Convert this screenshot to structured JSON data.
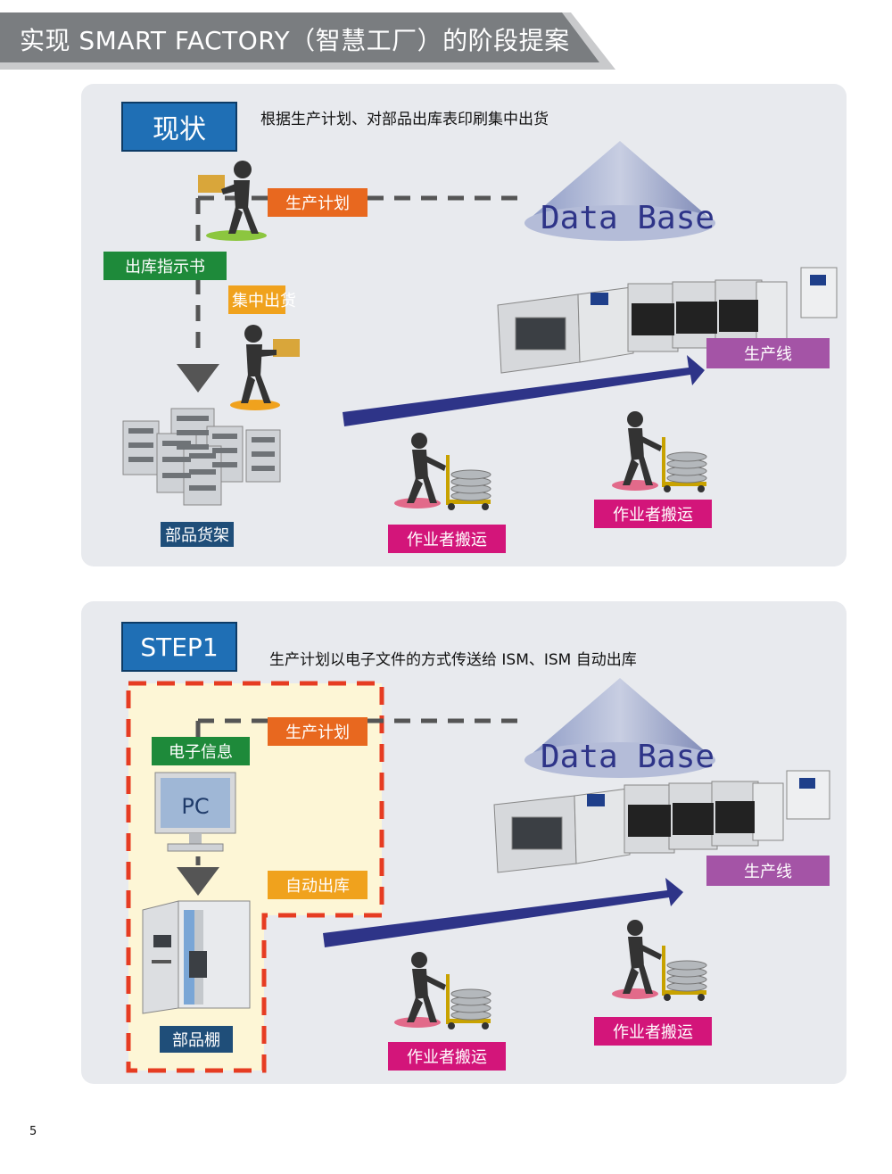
{
  "header": {
    "title": "实现 SMART FACTORY（智慧工厂）的阶段提案"
  },
  "current": {
    "step_label": "现状",
    "description": "根据生产计划、对部品出库表印刷集中出货",
    "production_plan": "生产计划",
    "database": "Data Base",
    "issue_instruction": "出库指示书",
    "centralized_shipping": "集中出货",
    "production_line": "生产线",
    "parts_shelf": "部品货架",
    "worker_transport_1": "作业者搬运",
    "worker_transport_2": "作业者搬运"
  },
  "step1": {
    "step_label": "STEP1",
    "description": "生产计划以电子文件的方式传送给 ISM、ISM 自动出库",
    "production_plan": "生产计划",
    "database": "Data Base",
    "electronic_info": "电子信息",
    "pc_label": "PC",
    "auto_issue": "自动出库",
    "production_line": "生产线",
    "parts_rack": "部品棚",
    "worker_transport_1": "作业者搬运",
    "worker_transport_2": "作业者搬运"
  },
  "footer": {
    "page_number": "5"
  },
  "colors": {
    "header_gray": "#7a7d80",
    "orange": "#e8681f",
    "green": "#1e8a3a",
    "yellow": "#f0a21d",
    "purple": "#a454a6",
    "magenta": "#d3157a",
    "navy_arrow": "#2e3488",
    "step_blue": "#1f6fb5"
  }
}
